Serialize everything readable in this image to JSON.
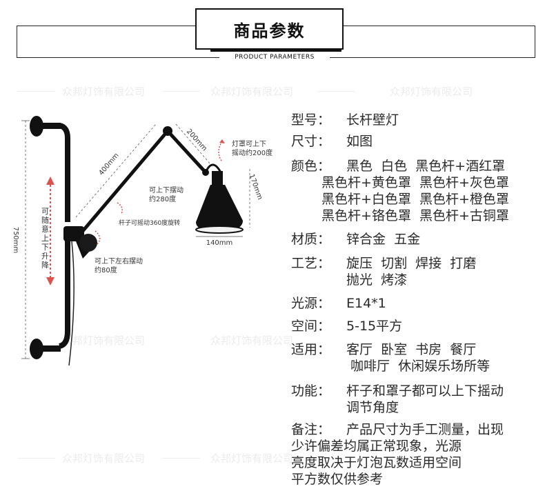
{
  "header": {
    "title": "商品参数",
    "subtitle": "PRODUCT PARAMETERS"
  },
  "watermark": "众邦灯饰有限公司",
  "diagram": {
    "height_label": "750mm",
    "height_note": "可随意上下升降",
    "arm1_len": "400mm",
    "arm2_len": "200mm",
    "shade_h": "170mm",
    "shade_w": "140mm",
    "shade_note": "灯罩可上下摇动约200度",
    "arm_swing": "可上下摆动约280度",
    "rod_rotate": "杆子可摇动360度旋转",
    "base_swing": "可上下左右摆动约80度"
  },
  "params": {
    "model": {
      "label": "型号：",
      "value": "长杆壁灯"
    },
    "size": {
      "label": "尺寸：",
      "value": "如图"
    },
    "color": {
      "label": "颜色：",
      "line1": "黑色  白色  黑色杆+酒红罩",
      "line2": "黑色杆+黄色罩  黑色杆+灰色罩",
      "line3": "黑色杆+白色罩  黑色杆+橙色罩",
      "line4": "黑色杆+铬色罩  黑色杆+古铜罩"
    },
    "material": {
      "label": "材质：",
      "value": "锌合金  五金"
    },
    "craft": {
      "label": "工艺：",
      "line1": "旋压  切割  焊接  打磨",
      "line2": "抛光  烤漆"
    },
    "light": {
      "label": "光源：",
      "value": "E14*1"
    },
    "space": {
      "label": "空间：",
      "value": "5-15平方"
    },
    "usage": {
      "label": "适用：",
      "line1": "客厅  卧室  书房  餐厅",
      "line2": " 咖啡厅  休闲娱乐场所等"
    },
    "function": {
      "label": "功能：",
      "line1": "杆子和罩子都可以上下摇动",
      "line2": "调节角度"
    },
    "remark": {
      "label": "备注：",
      "line1": "产品尺寸为手工测量，出现",
      "line2": "少许偏差均属正常现象，光源",
      "line3": "亮度取决于灯泡瓦数适用空间",
      "line4": "平方数仅供参考"
    }
  }
}
